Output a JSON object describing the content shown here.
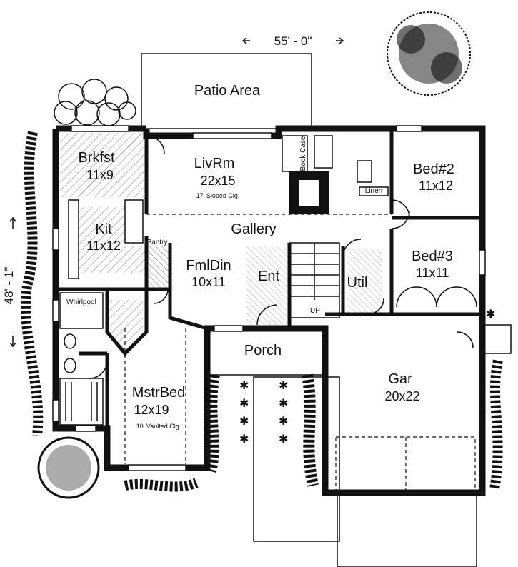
{
  "overall": {
    "width": "55' - 0\"",
    "depth": "48' - 1\""
  },
  "patio": "Patio Area",
  "rooms": [
    {
      "name": "Brkfst",
      "size": "11x9"
    },
    {
      "name": "LivRm",
      "size": "22x15",
      "note": "17' Sloped Clg."
    },
    {
      "name": "Kit",
      "size": "11x12"
    },
    {
      "name": "Gallery"
    },
    {
      "name": "FmlDin",
      "size": "10x11"
    },
    {
      "name": "Ent"
    },
    {
      "name": "Util"
    },
    {
      "name": "Bed#2",
      "size": "11x12"
    },
    {
      "name": "Bed#3",
      "size": "11x11"
    },
    {
      "name": "Porch"
    },
    {
      "name": "MstrBed",
      "size": "12x19",
      "note": "10' Vaulted Clg."
    },
    {
      "name": "Gar",
      "size": "20x22"
    }
  ],
  "labels": {
    "pantry": "Pantry",
    "whirlpool": "Whirlpool",
    "bookcase": "Book Case",
    "linen": "Linen",
    "up": "UP"
  }
}
